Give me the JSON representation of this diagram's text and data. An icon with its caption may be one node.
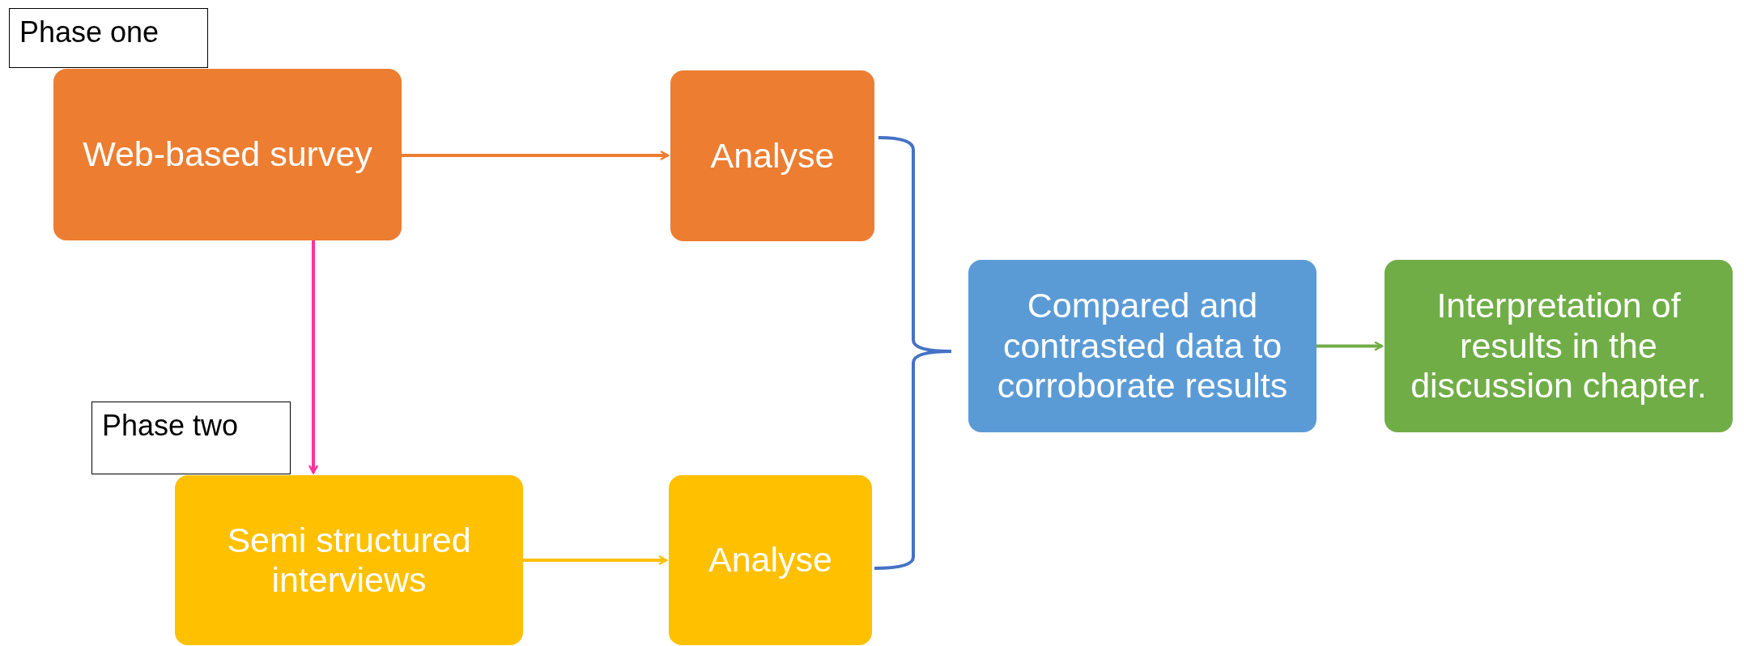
{
  "diagram": {
    "nodes": [
      {
        "text": [
          "Phase one"
        ]
      },
      {
        "text": [
          "Web-based survey"
        ]
      },
      {
        "text": [
          "Analyse"
        ]
      },
      {
        "text": [
          "Compared and contrasted data to corroborate results"
        ]
      },
      {
        "text": [
          "Interpretation of results in the discussion chapter."
        ]
      },
      {
        "text": [
          "Phase two"
        ]
      },
      {
        "text": [
          "Semi structured interviews"
        ]
      },
      {
        "text": [
          "Analyse"
        ]
      }
    ],
    "edges": [
      {
        "from": 1,
        "to": 2,
        "arrow": "to",
        "color": "#ed7d31"
      },
      {
        "from": 1,
        "to": 6,
        "arrow": "to",
        "color": "#ff3399"
      },
      {
        "from": 6,
        "to": 7,
        "arrow": "to",
        "color": "#ffc000"
      },
      {
        "from": 3,
        "to": 4,
        "arrow": "to",
        "color": "#70ad47"
      }
    ]
  }
}
